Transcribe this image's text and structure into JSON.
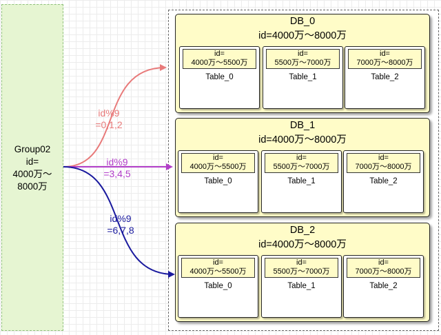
{
  "group": {
    "line1": "Group02",
    "line2": "id=",
    "line3": "4000万～",
    "line4": "8000万"
  },
  "routes": [
    {
      "line1": "id%9",
      "line2": "=0,1,2",
      "color": "#e87a7a"
    },
    {
      "line1": "id%9",
      "line2": "=3,4,5",
      "color": "#b23ec9"
    },
    {
      "line1": "id%9",
      "line2": "=6,7,8",
      "color": "#1a1a9e"
    }
  ],
  "dbs": [
    {
      "title": "DB_0",
      "range": "id=4000万～8000万",
      "tables": [
        {
          "head1": "id=",
          "head2": "4000万～5500万",
          "name": "Table_0"
        },
        {
          "head1": "id=",
          "head2": "5500万～7000万",
          "name": "Table_1"
        },
        {
          "head1": "id=",
          "head2": "7000万～8000万",
          "name": "Table_2"
        }
      ]
    },
    {
      "title": "DB_1",
      "range": "id=4000万～8000万",
      "tables": [
        {
          "head1": "id=",
          "head2": "4000万～5500万",
          "name": "Table_0"
        },
        {
          "head1": "id=",
          "head2": "5500万～7000万",
          "name": "Table_1"
        },
        {
          "head1": "id=",
          "head2": "7000万～8000万",
          "name": "Table_2"
        }
      ]
    },
    {
      "title": "DB_2",
      "range": "id=4000万～8000万",
      "tables": [
        {
          "head1": "id=",
          "head2": "4000万～5500万",
          "name": "Table_0"
        },
        {
          "head1": "id=",
          "head2": "5500万～7000万",
          "name": "Table_1"
        },
        {
          "head1": "id=",
          "head2": "7000万～8000万",
          "name": "Table_2"
        }
      ]
    }
  ]
}
